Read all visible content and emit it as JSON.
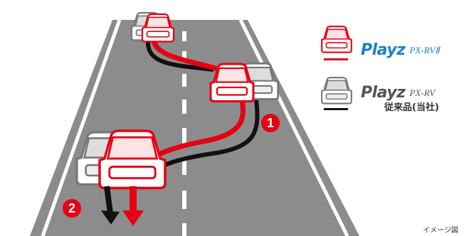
{
  "legend": {
    "new_product": {
      "brand": "Playz",
      "model": "PX-RVⅡ",
      "color": "#1a7fd0"
    },
    "old_product": {
      "brand": "Playz",
      "model": "PX-RV",
      "note": "従来品(当社)",
      "color": "#555555"
    }
  },
  "markers": {
    "one": "1",
    "two": "2"
  },
  "caption": "イメージ図",
  "colors": {
    "road": "#8c8c8c",
    "new_track": "#e60012",
    "old_track": "#111111"
  }
}
